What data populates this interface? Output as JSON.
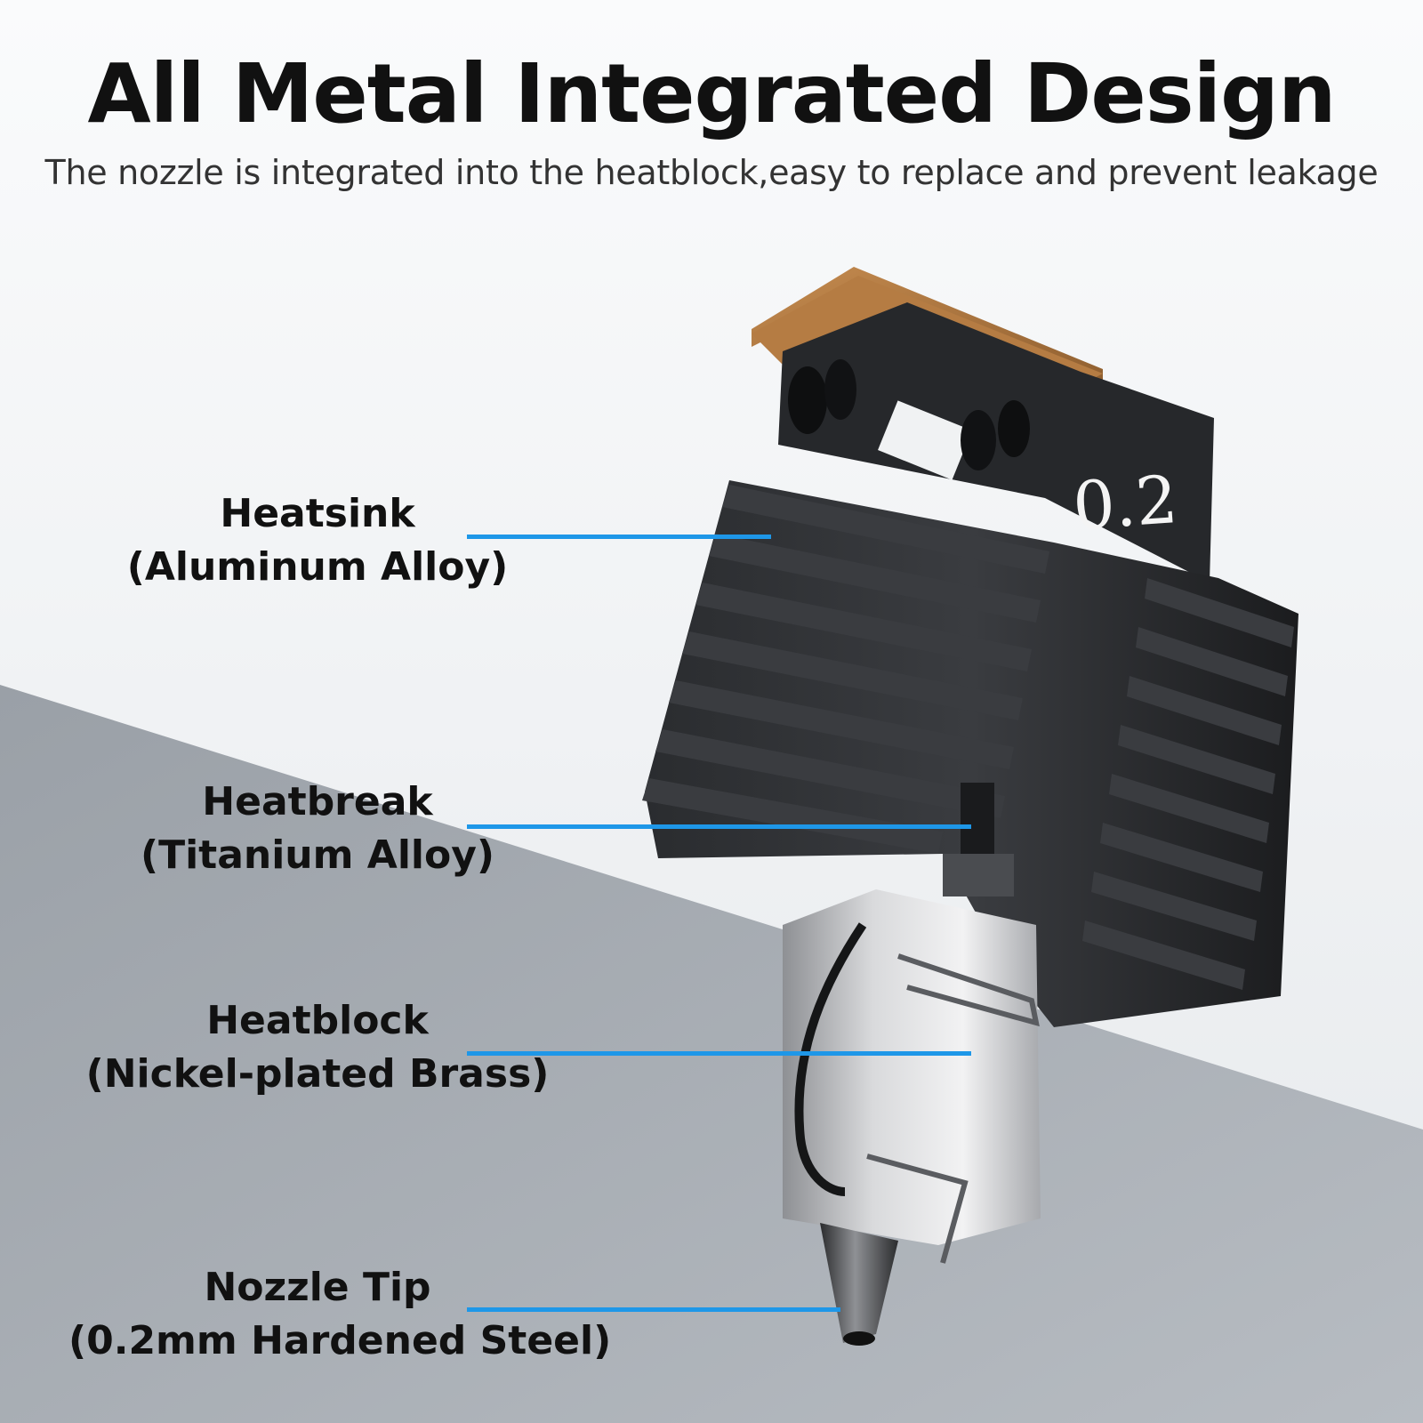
{
  "header": {
    "title": "All Metal Integrated Design",
    "subtitle": "The nozzle is integrated into the heatblock,easy to replace and prevent leakage"
  },
  "product": {
    "nozzle_marking": "0.2",
    "colors": {
      "heatsink": "#1f2124",
      "copper_plate": "#a9743f",
      "heatblock": "#c9cacc",
      "callout_line": "#1e97e8"
    }
  },
  "callouts": [
    {
      "name": "Heatsink",
      "material": "(Aluminum Alloy)"
    },
    {
      "name": "Heatbreak",
      "material": "(Titanium Alloy)"
    },
    {
      "name": "Heatblock",
      "material": "(Nickel-plated Brass)"
    },
    {
      "name": "Nozzle Tip",
      "material": "(0.2mm Hardened Steel)"
    }
  ]
}
